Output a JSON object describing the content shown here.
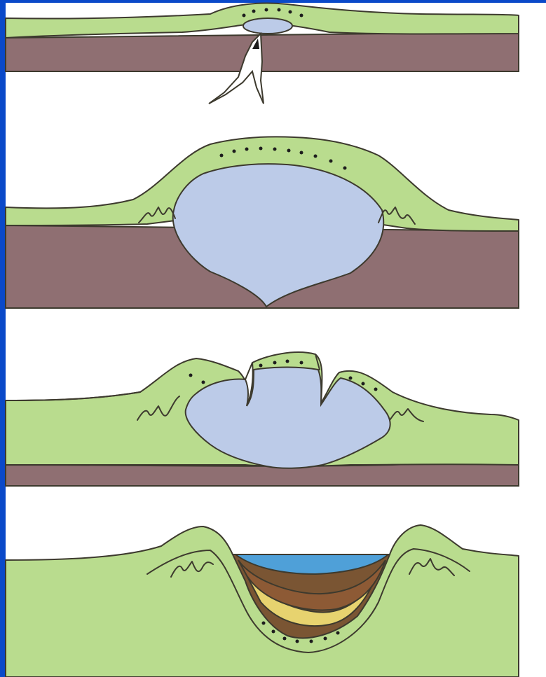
{
  "figure": {
    "panels": [
      {
        "stage": 1,
        "features": [
          "soil-layer",
          "bedrock",
          "magma-lens",
          "feeder-conduit",
          "tephra-dots"
        ]
      },
      {
        "stage": 2,
        "features": [
          "uplifted-soil-dome",
          "bedrock",
          "large-magma-chamber",
          "folded-layers",
          "tephra-dots"
        ]
      },
      {
        "stage": 3,
        "features": [
          "collapsed-dome-blocks",
          "magma-chamber",
          "folded-layers",
          "bedrock",
          "tephra-dots"
        ]
      },
      {
        "stage": 4,
        "features": [
          "crater-rims",
          "crater-lake",
          "sediment-layers",
          "folded-layers",
          "tephra-dots"
        ]
      }
    ],
    "colors": {
      "background": "#0a49c9",
      "soil": "#b9dc8e",
      "bedrock": "#8f6f72",
      "magma": "#bccbe8",
      "lake_water": "#4fa0d8",
      "sediment_brown": "#8d5a35",
      "sediment_yellow": "#e7d36f",
      "outline": "#3d3a2e"
    }
  }
}
